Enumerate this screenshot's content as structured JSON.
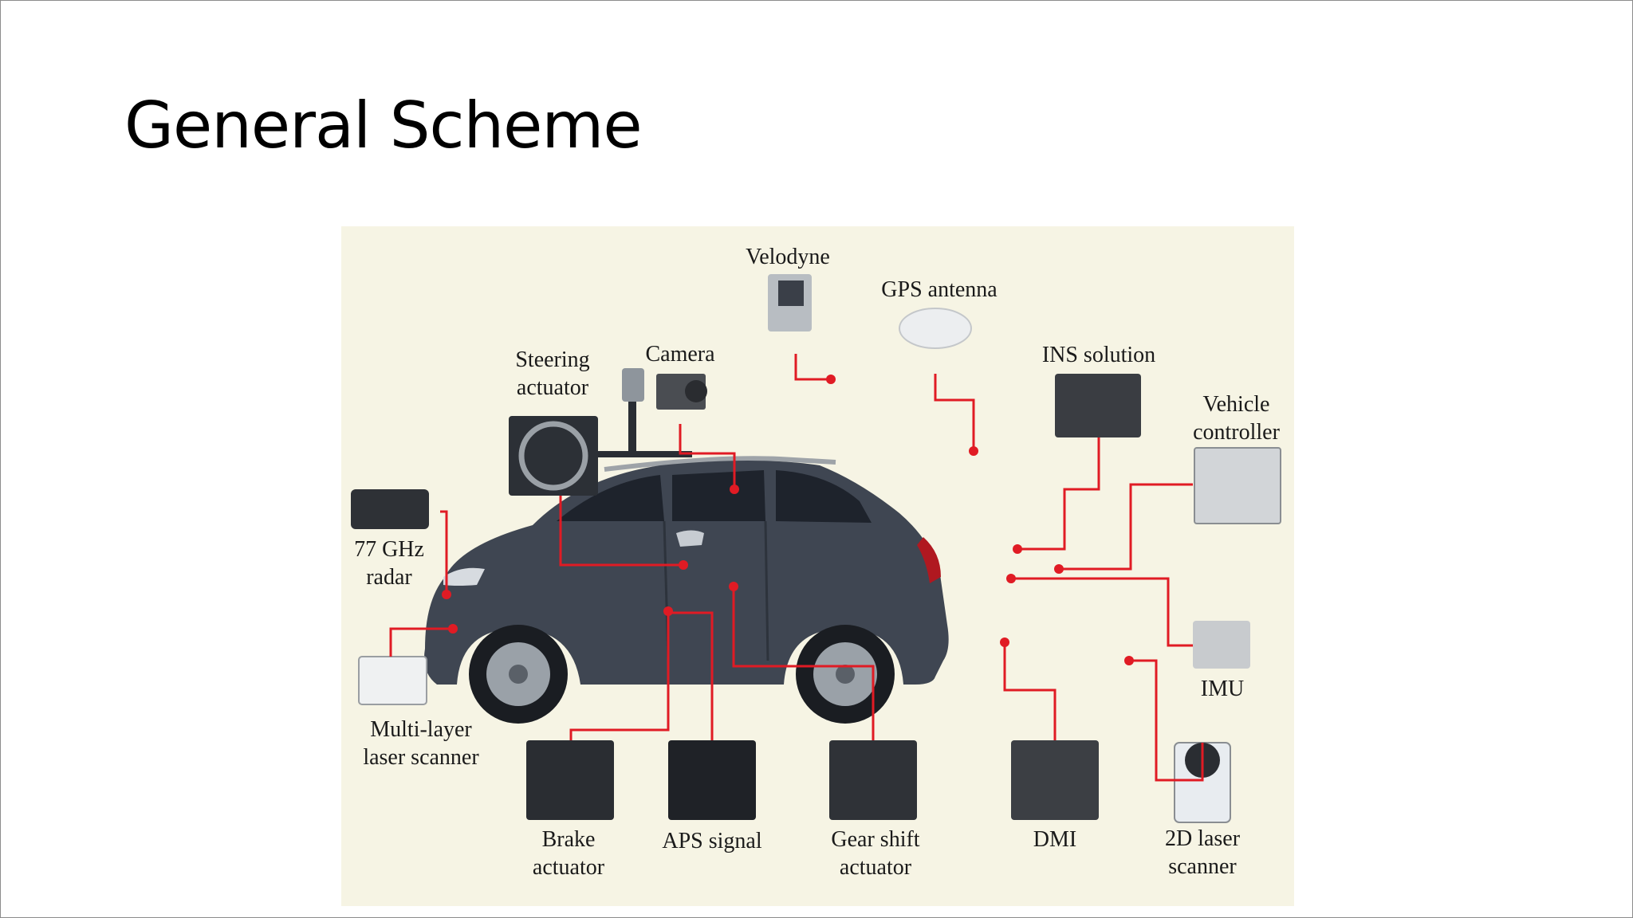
{
  "slide": {
    "title": "General Scheme"
  },
  "diagram": {
    "labels": {
      "velodyne": [
        "Velodyne"
      ],
      "gps_antenna": [
        "GPS antenna"
      ],
      "camera": [
        "Camera"
      ],
      "steering_actuator": [
        "Steering",
        "actuator"
      ],
      "ins_solution": [
        "INS solution"
      ],
      "vehicle_controller": [
        "Vehicle",
        "controller"
      ],
      "radar": [
        "77 GHz",
        "radar"
      ],
      "multilayer_laser_scanner": [
        "Multi-layer",
        "laser scanner"
      ],
      "imu": [
        "IMU"
      ],
      "brake_actuator": [
        "Brake",
        "actuator"
      ],
      "aps_signal": [
        "APS signal"
      ],
      "gear_shift_actuator": [
        "Gear shift",
        "actuator"
      ],
      "dmi": [
        "DMI"
      ],
      "laser_scanner_2d": [
        "2D laser",
        "scanner"
      ]
    },
    "colors": {
      "background": "#f6f4e4",
      "connector": "#e01b24",
      "car_body": "#3f4652",
      "window": "#1e232c"
    }
  }
}
